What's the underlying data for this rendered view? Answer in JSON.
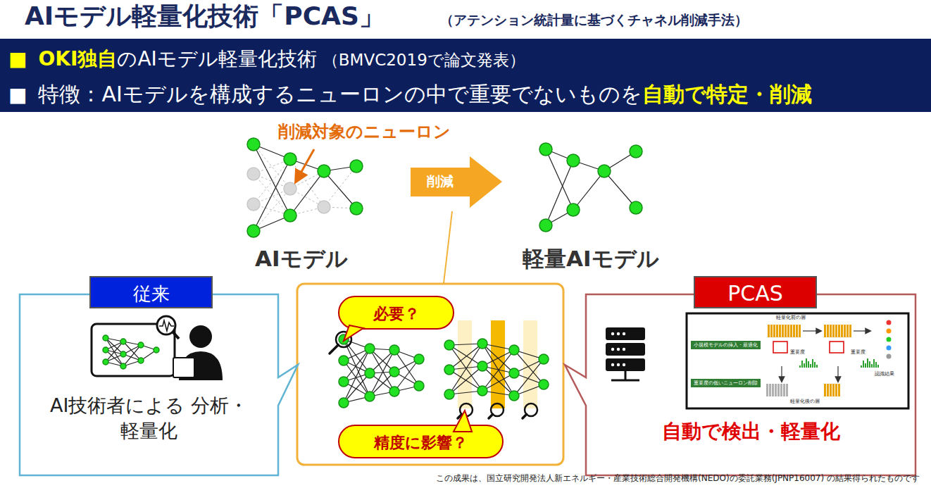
{
  "diagram": {
    "title": "AIモデル軽量化技術「PCAS」",
    "caption": "この成果は、国立研究開発法人新エネルギー・産業技術総合開発機構(NEDO)の委託業務(JPNP16007) の結果得られたものです",
    "nodes": [
      {
        "text": [
          "■",
          "OKI独自",
          "のAIモデル軽量化技術",
          "（BMVC2019で論文発表）",
          "■",
          "特徴：AIモデルを構成するニューロンの中で重要でないものを",
          "自動で特定・削減"
        ]
      },
      {
        "text": [
          "削減"
        ]
      },
      {
        "text": [
          "従来",
          "AI技術者による 分析・軽量化"
        ]
      },
      {
        "text": [
          "必要？"
        ]
      },
      {
        "text": [
          "精度に影響？"
        ]
      },
      {
        "text": [
          "PCAS",
          "自動で検出・軽量化"
        ]
      }
    ],
    "labels": [
      "（アテンション統計量に基づくチャネル削減手法）",
      "削減対象のニューロン",
      "AIモデル",
      "軽量AIモデル",
      "軽量化前の層",
      "小規模モデルの挿入・最適化",
      "重要度",
      "重要度",
      "認識結果",
      "重要度の低いニューロン削除",
      "軽量化後の層"
    ]
  }
}
